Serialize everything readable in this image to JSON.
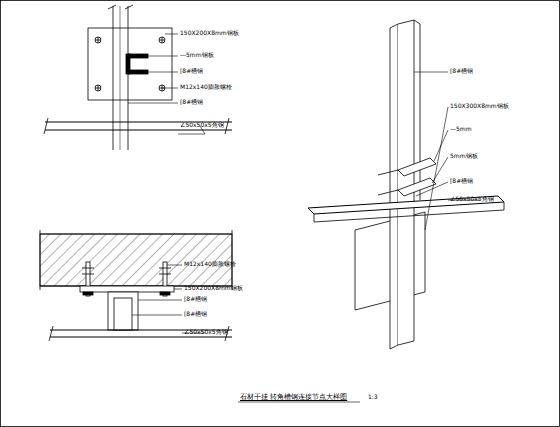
{
  "diagram": {
    "title": "石材干挂 转角槽钢连接节点大样图",
    "labels": [
      "150X200X8mm钢板",
      "—5mm钢板",
      "[8#槽钢",
      "M12x140膨胀螺栓",
      "[8#槽钢",
      "∠50x50x5角钢",
      "[8#槽钢",
      "150X300X8mm钢板",
      "—5mm",
      "5mm钢板",
      "[8#槽钢",
      "∠50x50x5角钢",
      "M12x140膨胀螺栓",
      "150X200X8mm钢板",
      "[8#槽钢",
      "[8#槽钢",
      "∠50x50x5角钢",
      "1:3"
    ]
  }
}
